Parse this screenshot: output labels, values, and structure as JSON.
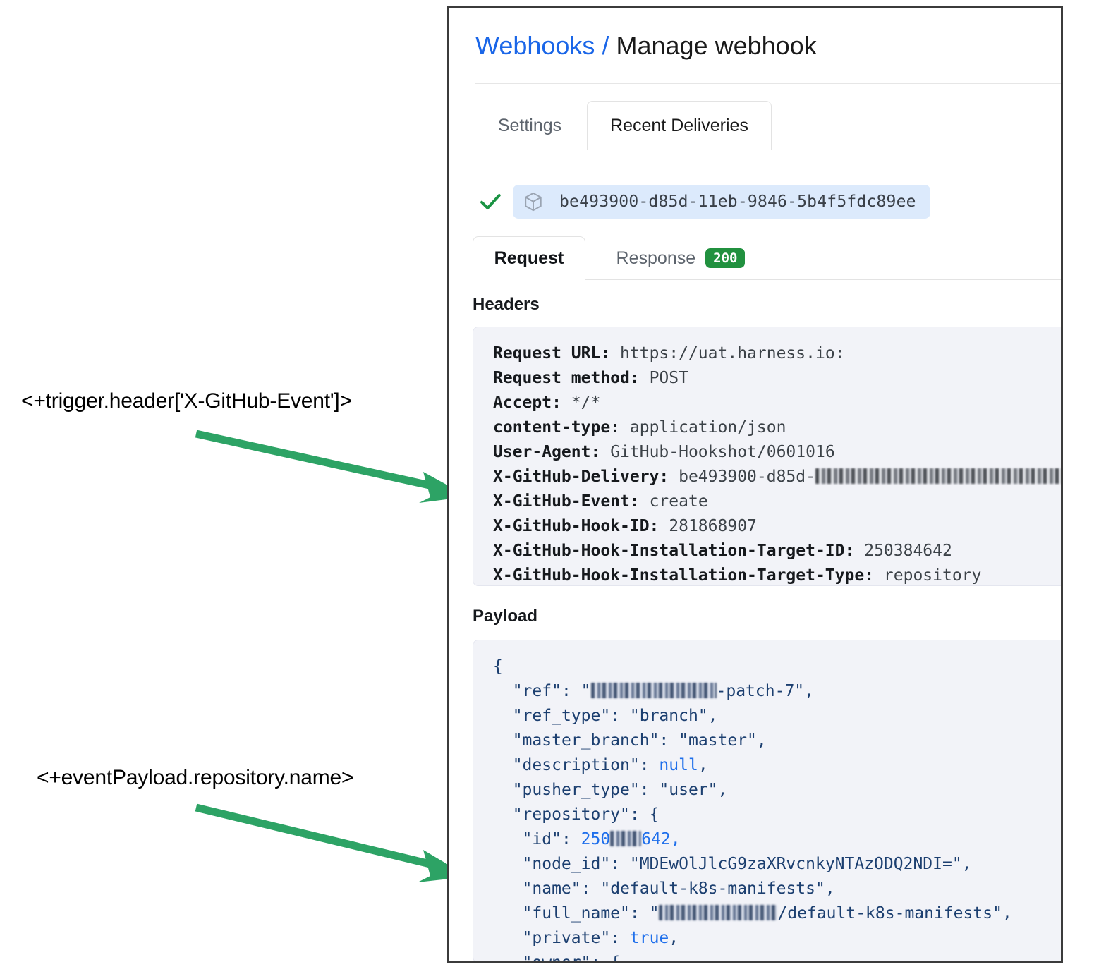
{
  "annotations": [
    {
      "text": "<+trigger.header['X-GitHub-Event']>",
      "arrow_color": "#2da365"
    },
    {
      "text": "<+eventPayload.repository.name>",
      "arrow_color": "#2da365"
    }
  ],
  "panel": {
    "breadcrumb": {
      "link": "Webhooks",
      "separator": "/",
      "current": "Manage webhook"
    },
    "primary_tabs": [
      {
        "label": "Settings",
        "active": false
      },
      {
        "label": "Recent Deliveries",
        "active": true
      }
    ],
    "delivery": {
      "status_icon": "checkmark-icon",
      "package_icon": "cube-icon",
      "id": "be493900-d85d-11eb-9846-5b4f5fdc89ee"
    },
    "secondary_tabs": [
      {
        "label": "Request",
        "active": true
      },
      {
        "label": "Response",
        "active": false,
        "badge": "200",
        "badge_color": "#21913f"
      }
    ],
    "headers_section": {
      "heading": "Headers",
      "lines": [
        {
          "key": "Request URL:",
          "value": "https://uat.harness.io:"
        },
        {
          "key": "Request method:",
          "value": "POST"
        },
        {
          "key": "Accept:",
          "value": "*/*"
        },
        {
          "key": "content-type:",
          "value": "application/json"
        },
        {
          "key": "User-Agent:",
          "value": "GitHub-Hookshot/0601016"
        },
        {
          "key": "X-GitHub-Delivery:",
          "value": "be493900-d85d-",
          "redacted_suffix": true
        },
        {
          "key": "X-GitHub-Event:",
          "value": "create"
        },
        {
          "key": "X-GitHub-Hook-ID:",
          "value": "281868907"
        },
        {
          "key": "X-GitHub-Hook-Installation-Target-ID:",
          "value": "250384642"
        },
        {
          "key": "X-GitHub-Hook-Installation-Target-Type:",
          "value": "repository"
        }
      ]
    },
    "payload_section": {
      "heading": "Payload",
      "lines": [
        {
          "indent": 0,
          "text": "{"
        },
        {
          "indent": 1,
          "key": "\"ref\"",
          "value_prefix": "\"",
          "redacted": true,
          "value_suffix": "-patch-7\","
        },
        {
          "indent": 1,
          "key": "\"ref_type\"",
          "value": "\"branch\","
        },
        {
          "indent": 1,
          "key": "\"master_branch\"",
          "value": "\"master\","
        },
        {
          "indent": 1,
          "key": "\"description\"",
          "literal": "null",
          "value_suffix": ","
        },
        {
          "indent": 1,
          "key": "\"pusher_type\"",
          "value": "\"user\","
        },
        {
          "indent": 1,
          "key": "\"repository\"",
          "value": "{"
        },
        {
          "indent": 2,
          "key": "\"id\"",
          "number_prefix": "250",
          "redacted": true,
          "number_suffix": "642,"
        },
        {
          "indent": 2,
          "key": "\"node_id\"",
          "value": "\"MDEwOlJlcG9zaXRvcnkyNTAzODQ2NDI=\","
        },
        {
          "indent": 2,
          "key": "\"name\"",
          "value": "\"default-k8s-manifests\","
        },
        {
          "indent": 2,
          "key": "\"full_name\"",
          "value_prefix": "\"",
          "redacted": true,
          "value_suffix": "/default-k8s-manifests\","
        },
        {
          "indent": 2,
          "key": "\"private\"",
          "literal": "true",
          "value_suffix": ","
        },
        {
          "indent": 2,
          "key": "\"owner\"",
          "value": "{"
        }
      ]
    }
  }
}
